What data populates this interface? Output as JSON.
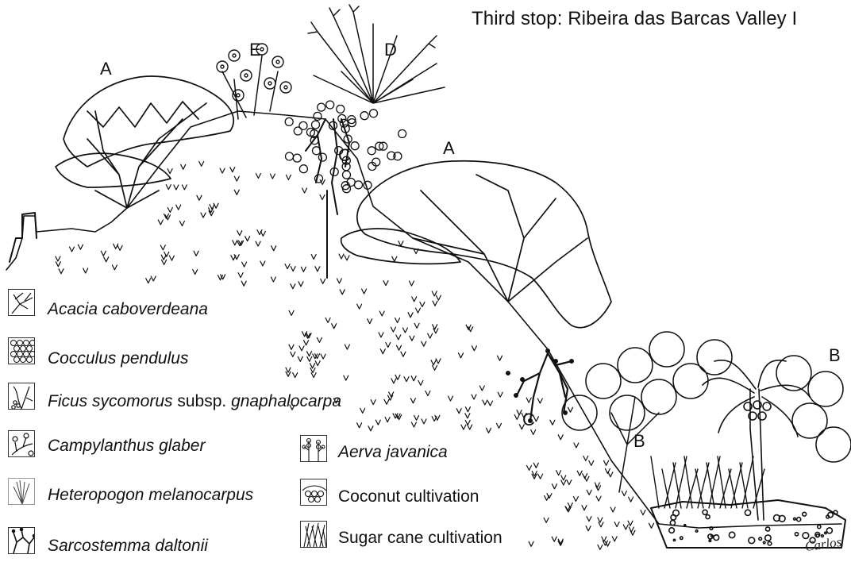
{
  "title": "Third stop: Ribeira das Barcas Valley I",
  "zone_labels": {
    "a_left": "A",
    "a_right": "A",
    "e": "E",
    "d": "D",
    "c_top": "C",
    "c_bottom": "C",
    "b_middle": "B",
    "b_right": "B"
  },
  "legend_left": [
    {
      "icon": "acacia-icon",
      "italic": "Acacia caboverdeana"
    },
    {
      "icon": "cocculus-icon",
      "italic": "Cocculus pendulus"
    },
    {
      "icon": "ficus-icon",
      "italic": "Ficus sycomorus",
      "plain": " subsp. ",
      "italic2": "gnaphalocarpa"
    },
    {
      "icon": "campylanthus-icon",
      "italic": "Campylanthus glaber"
    },
    {
      "icon": "heteropogon-icon",
      "italic": "Heteropogon melanocarpus"
    },
    {
      "icon": "sarcostemma-icon",
      "italic": "Sarcostemma daltonii"
    }
  ],
  "legend_right": [
    {
      "icon": "aerva-icon",
      "italic": "Aerva javanica"
    },
    {
      "icon": "coconut-icon",
      "plain": "Coconut cultivation"
    },
    {
      "icon": "sugar-cane-icon",
      "plain": "Sugar cane cultivation"
    }
  ],
  "signature": "Carlos",
  "colors": {
    "ink": "#111111",
    "background": "#ffffff"
  }
}
